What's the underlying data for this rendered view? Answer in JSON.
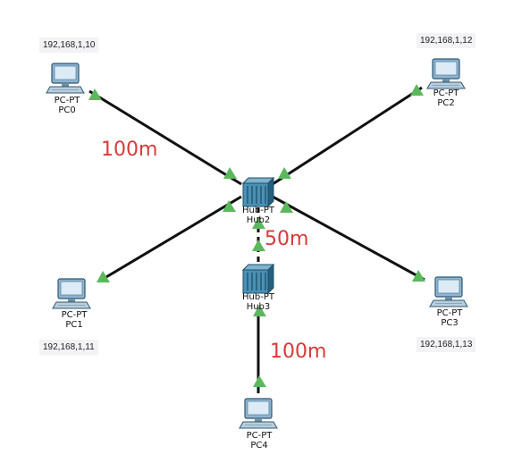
{
  "devices": {
    "pc0": {
      "type": "PC-PT",
      "name": "PC0",
      "ip": "192,168,1,10"
    },
    "pc1": {
      "type": "PC-PT",
      "name": "PC1",
      "ip": "192,168,1,11"
    },
    "pc2": {
      "type": "PC-PT",
      "name": "PC2",
      "ip": "192,168,1,12"
    },
    "pc3": {
      "type": "PC-PT",
      "name": "PC3",
      "ip": "192,168,1,13"
    },
    "pc4": {
      "type": "PC-PT",
      "name": "PC4"
    },
    "hub2": {
      "type": "Hub-PT",
      "name": "Hub2"
    },
    "hub3": {
      "type": "Hub-PT",
      "name": "Hub3"
    }
  },
  "distances": {
    "pc0_hub2": "100m",
    "hub2_hub3": "50m",
    "hub3_pc4": "100m"
  },
  "colors": {
    "link": "#111111",
    "port_up": "#5cb85c",
    "distance_text": "#d93a3a",
    "pc_monitor": "#6fa4c8",
    "hub_body": "#3b7ea1"
  }
}
